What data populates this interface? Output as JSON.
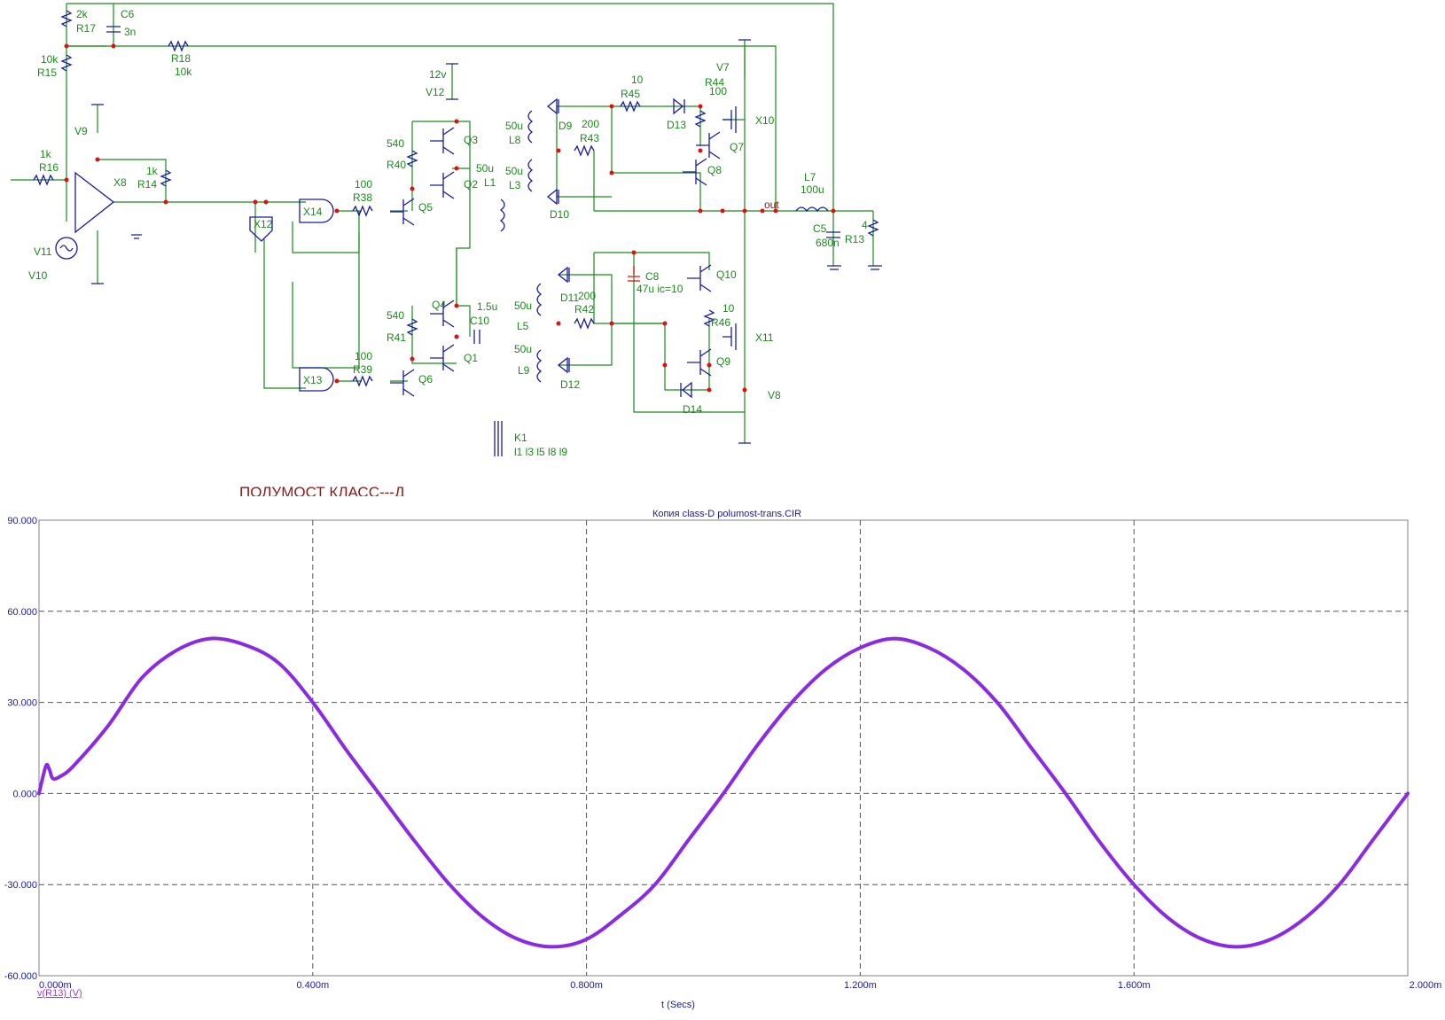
{
  "schematic": {
    "title": "ПОЛУМОСТ КЛАСС---Д",
    "labels": [
      {
        "id": "r17v",
        "text": "2k"
      },
      {
        "id": "r17",
        "text": "R17"
      },
      {
        "id": "c6",
        "text": "C6"
      },
      {
        "id": "c6v",
        "text": "3n"
      },
      {
        "id": "r18",
        "text": "R18"
      },
      {
        "id": "r18v",
        "text": "10k"
      },
      {
        "id": "r15v",
        "text": "10k"
      },
      {
        "id": "r15",
        "text": "R15"
      },
      {
        "id": "v9",
        "text": "V9"
      },
      {
        "id": "r16v",
        "text": "1k"
      },
      {
        "id": "r16",
        "text": "R16"
      },
      {
        "id": "x8",
        "text": "X8"
      },
      {
        "id": "r14v",
        "text": "1k"
      },
      {
        "id": "r14",
        "text": "R14"
      },
      {
        "id": "v11",
        "text": "V11"
      },
      {
        "id": "v10",
        "text": "V10"
      },
      {
        "id": "x12",
        "text": "X12"
      },
      {
        "id": "x14",
        "text": "X14"
      },
      {
        "id": "x13",
        "text": "X13"
      },
      {
        "id": "v12v",
        "text": "12v"
      },
      {
        "id": "v12",
        "text": "V12"
      },
      {
        "id": "r40v",
        "text": "540"
      },
      {
        "id": "r40",
        "text": "R40"
      },
      {
        "id": "q3",
        "text": "Q3"
      },
      {
        "id": "q2",
        "text": "Q2"
      },
      {
        "id": "r38v",
        "text": "100"
      },
      {
        "id": "r38",
        "text": "R38"
      },
      {
        "id": "q5",
        "text": "Q5"
      },
      {
        "id": "l1v",
        "text": "50u"
      },
      {
        "id": "l1",
        "text": "L1"
      },
      {
        "id": "l3v",
        "text": "50u"
      },
      {
        "id": "l3",
        "text": "L3"
      },
      {
        "id": "r41v",
        "text": "540"
      },
      {
        "id": "r41",
        "text": "R41"
      },
      {
        "id": "q4",
        "text": "Q4"
      },
      {
        "id": "c10v",
        "text": "1.5u"
      },
      {
        "id": "c10",
        "text": "C10"
      },
      {
        "id": "q1",
        "text": "Q1"
      },
      {
        "id": "r39v",
        "text": "100"
      },
      {
        "id": "r39",
        "text": "R39"
      },
      {
        "id": "q6",
        "text": "Q6"
      },
      {
        "id": "k1",
        "text": "K1"
      },
      {
        "id": "k1v",
        "text": "l1 l3 l5 l8 l9"
      },
      {
        "id": "l8v",
        "text": "50u"
      },
      {
        "id": "l8",
        "text": "L8"
      },
      {
        "id": "d9",
        "text": "D9"
      },
      {
        "id": "r43v",
        "text": "200"
      },
      {
        "id": "r43",
        "text": "R43"
      },
      {
        "id": "d10",
        "text": "D10"
      },
      {
        "id": "r45v",
        "text": "10"
      },
      {
        "id": "r45",
        "text": "R45"
      },
      {
        "id": "d13",
        "text": "D13"
      },
      {
        "id": "v7",
        "text": "V7"
      },
      {
        "id": "r44",
        "text": "R44"
      },
      {
        "id": "r44v",
        "text": "100"
      },
      {
        "id": "x10",
        "text": "X10"
      },
      {
        "id": "q7",
        "text": "Q7"
      },
      {
        "id": "q8",
        "text": "Q8"
      },
      {
        "id": "out",
        "text": "out"
      },
      {
        "id": "l7",
        "text": "L7"
      },
      {
        "id": "l7v",
        "text": "100u"
      },
      {
        "id": "c5",
        "text": "C5"
      },
      {
        "id": "c5v",
        "text": "680n"
      },
      {
        "id": "r13v",
        "text": "4"
      },
      {
        "id": "r13",
        "text": "R13"
      },
      {
        "id": "l5v",
        "text": "50u"
      },
      {
        "id": "l5",
        "text": "L5"
      },
      {
        "id": "l9v",
        "text": "50u"
      },
      {
        "id": "l9",
        "text": "L9"
      },
      {
        "id": "d11",
        "text": "D11"
      },
      {
        "id": "r42v",
        "text": "200"
      },
      {
        "id": "r42",
        "text": "R42"
      },
      {
        "id": "d12",
        "text": "D12"
      },
      {
        "id": "c8",
        "text": "C8"
      },
      {
        "id": "c8v",
        "text": "47u ic=10"
      },
      {
        "id": "q10",
        "text": "Q10"
      },
      {
        "id": "r46v",
        "text": "10"
      },
      {
        "id": "r46",
        "text": "R46"
      },
      {
        "id": "x11",
        "text": "X11"
      },
      {
        "id": "q9",
        "text": "Q9"
      },
      {
        "id": "d14",
        "text": "D14"
      },
      {
        "id": "v8",
        "text": "V8"
      }
    ]
  },
  "chart_data": {
    "type": "line",
    "title": "Копия class-D polumost-trans.CIR",
    "xlabel": "t (Secs)",
    "ylabel": "",
    "xlim": [
      0,
      0.002
    ],
    "ylim": [
      -60,
      90
    ],
    "x_ticks": [
      "0.000m",
      "0.400m",
      "0.800m",
      "1.200m",
      "1.600m",
      "2.000m"
    ],
    "y_ticks": [
      "90.000",
      "60.000",
      "30.000",
      "0.000",
      "-30.000",
      "-60.000"
    ],
    "grid": true,
    "colors": {
      "trace": "#8a2be2",
      "axis_label": "#1a1aa0",
      "legend": "#9a3fd0",
      "frame": "#808080"
    },
    "series": [
      {
        "name": "v(R13) (V)",
        "x": [
          0,
          1e-05,
          1.5e-05,
          2e-05,
          3e-05,
          5e-05,
          0.0001,
          0.00015,
          0.0002,
          0.00025,
          0.0003,
          0.00035,
          0.0004,
          0.00045,
          0.0005,
          0.00055,
          0.0006,
          0.00065,
          0.0007,
          0.00075,
          0.0008,
          0.00085,
          0.0009,
          0.00095,
          0.001,
          0.00105,
          0.0011,
          0.00115,
          0.0012,
          0.00125,
          0.0013,
          0.00135,
          0.0014,
          0.00145,
          0.0015,
          0.00155,
          0.0016,
          0.00165,
          0.0017,
          0.00175,
          0.0018,
          0.00185,
          0.0019,
          0.00195,
          0.002
        ],
        "values": [
          0,
          9,
          8,
          5,
          5.5,
          9,
          22,
          38,
          47,
          51,
          49,
          43,
          30,
          14,
          -1,
          -16,
          -30,
          -41,
          -48,
          -50.5,
          -48,
          -40,
          -30,
          -15,
          0,
          16,
          30,
          41,
          48,
          51,
          48,
          41,
          30,
          15,
          0,
          -16,
          -30,
          -41,
          -48,
          -50.5,
          -48,
          -41,
          -30,
          -15,
          0
        ]
      }
    ]
  }
}
